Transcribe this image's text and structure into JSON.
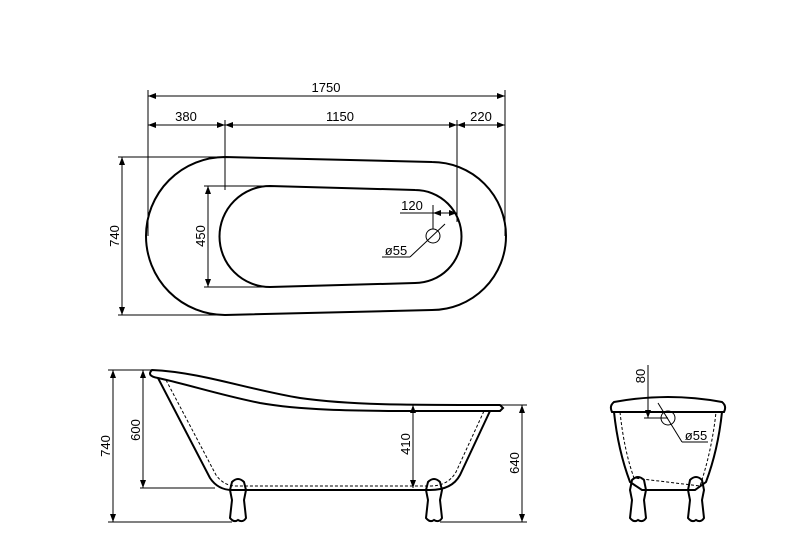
{
  "top_view": {
    "overall_length": "1750",
    "left_offset": "380",
    "inner_length": "1150",
    "right_offset": "220",
    "overall_width": "740",
    "inner_width": "450",
    "drain_offset": "120",
    "drain_diameter": "ø55"
  },
  "side_view": {
    "overall_height": "740",
    "inner_depth_back": "600",
    "inner_depth_front": "410",
    "rim_height": "640"
  },
  "end_view": {
    "overflow_offset": "80",
    "overflow_diameter": "ø55"
  }
}
